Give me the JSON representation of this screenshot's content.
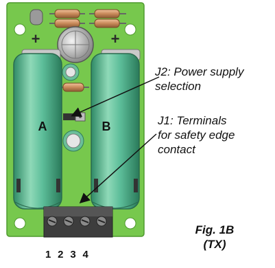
{
  "colors": {
    "pcb": "#77c84d",
    "pcb_dark": "#4f9a2e",
    "battery_body": "#5dbe9a",
    "battery_light": "#a8e4c9",
    "battery_dark": "#2f8a66",
    "terminal": "#444444",
    "resistor": "#d39a6e",
    "arrow": "#111111"
  },
  "board": {
    "battery_a_label": "A",
    "battery_b_label": "B",
    "plus_left": "+",
    "plus_right": "+"
  },
  "annotations": {
    "j2_line1": "J2: Power supply",
    "j2_line2": "selection",
    "j1_line1": "J1: Terminals",
    "j1_line2": "for safety edge",
    "j1_line3": "contact"
  },
  "figure": {
    "line1": "Fig. 1B",
    "line2": "(TX)"
  },
  "terminal_numbers": "1  2  3  4"
}
